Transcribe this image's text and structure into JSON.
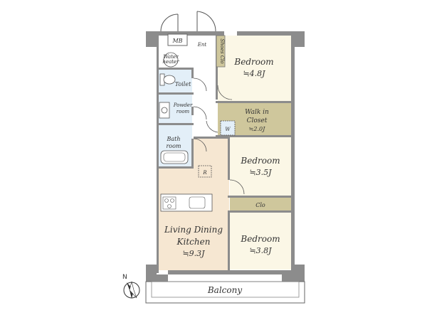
{
  "rooms": {
    "mb": "MB",
    "ent": "Ent",
    "shoe_clo": "Shoes Clo",
    "water_heater": [
      "Water",
      "heater"
    ],
    "toilet": "Toilet",
    "powder_room": [
      "Powder",
      "room"
    ],
    "bath_room": [
      "Bath",
      "room"
    ],
    "bedroom_1": {
      "name": "Bedroom",
      "area": "≒4.8J"
    },
    "walk_in_closet": {
      "name": [
        "Walk in",
        "Closet"
      ],
      "area": "≒2.0J",
      "mark": "W"
    },
    "bedroom_2": {
      "name": "Bedroom",
      "area": "≒3.5J"
    },
    "clo": "Clo",
    "refrigerator": "R",
    "ldk": {
      "name": [
        "Living Dining",
        "Kitchen"
      ],
      "area": "≒9.3J"
    },
    "bedroom_3": {
      "name": "Bedroom",
      "area": "≒3.8J"
    },
    "balcony": "Balcony"
  },
  "compass": {
    "label": "N"
  },
  "colors": {
    "wall": "#8c8c8c",
    "ldk_floor": "#f6e7d2",
    "bedroom_floor": "#fbf7e6",
    "closet_floor": "#cfc79c",
    "wet_floor": "#e3eff8",
    "hall_floor": "#ffffff"
  }
}
